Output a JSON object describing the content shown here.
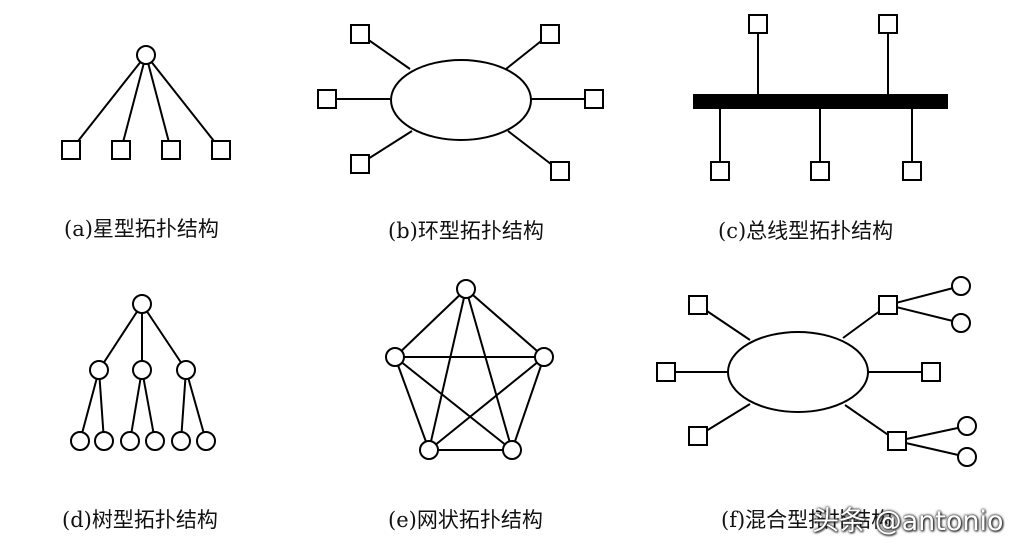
{
  "captions": {
    "a": "(a)星型拓扑结构",
    "b": "(b)环型拓扑结构",
    "c": "(c)总线型拓扑结构",
    "d": "(d)树型拓扑结构",
    "e": "(e)网状拓扑结构",
    "f": "(f)混合型拓扑结构"
  },
  "watermark": "头条 @antonio",
  "colors": {
    "stroke": "#000000",
    "background": "#ffffff",
    "text": "#111111"
  }
}
